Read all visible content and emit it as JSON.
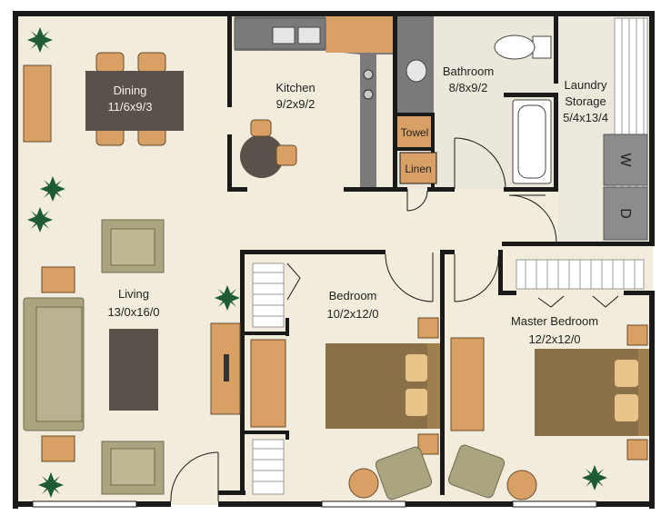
{
  "rooms": {
    "dining": {
      "name": "Dining",
      "size": "11/6x9/3"
    },
    "kitchen": {
      "name": "Kitchen",
      "size": "9/2x9/2"
    },
    "bathroom": {
      "name": "Bathroom",
      "size": "8/8x9/2"
    },
    "laundry": {
      "name": "Laundry",
      "name2": "Storage",
      "size": "5/4x13/4"
    },
    "living": {
      "name": "Living",
      "size": "13/0x16/0"
    },
    "bedroom": {
      "name": "Bedroom",
      "size": "10/2x12/0"
    },
    "master_bedroom": {
      "name": "Master Bedroom",
      "size": "12/2x12/0"
    }
  },
  "closets": {
    "towel": "Towel",
    "linen": "Linen"
  },
  "appliances": {
    "washer": "W",
    "dryer": "D"
  },
  "colors": {
    "floor": "#f2ecdc",
    "wall": "#1a1a1a",
    "wood": "#d9a066",
    "counter": "#7a7a7a",
    "sofa": "#aaa57f",
    "table_dark": "#5a524a",
    "bed_frame": "#8a7048",
    "pillow": "#e9c48a",
    "plant": "#1e5a32"
  }
}
